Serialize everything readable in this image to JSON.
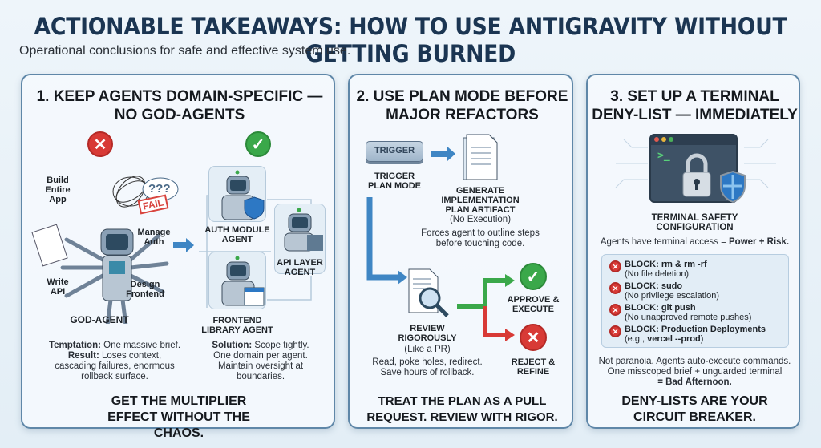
{
  "header": {
    "title": "ACTIONABLE TAKEAWAYS: HOW TO USE ANTIGRAVITY WITHOUT GETTING BURNED",
    "subtitle": "Operational conclusions for safe and effective system use."
  },
  "panel1": {
    "title_line1": "1. KEEP AGENTS DOMAIN-SPECIFIC —",
    "title_line2": "NO GOD-AGENTS",
    "bad_icon": "x-circle-icon",
    "good_icon": "check-circle-icon",
    "god_labels": {
      "build": "Build Entire App",
      "manage": "Manage Auth",
      "write": "Write API",
      "design": "Design Frontend",
      "fail": "FAIL",
      "thought": "???"
    },
    "god_agent_label": "GOD-AGENT",
    "agents": [
      {
        "label": "AUTH MODULE AGENT"
      },
      {
        "label": "API LAYER AGENT"
      },
      {
        "label": "FRONTEND LIBRARY AGENT"
      }
    ],
    "temptation_label": "Temptation:",
    "temptation_text": "One massive brief.",
    "result_label": "Result:",
    "result_text": "Loses context, cascading failures, enormous rollback surface.",
    "solution_label": "Solution:",
    "solution_text": "Scope tightly. One domain per agent. Maintain oversight at boundaries.",
    "footer": "GET THE MULTIPLIER EFFECT WITHOUT THE CHAOS."
  },
  "panel2": {
    "title_line1": "2. USE PLAN MODE BEFORE",
    "title_line2": "MAJOR REFACTORS",
    "trigger_button": "TRIGGER",
    "trigger_label": "TRIGGER PLAN MODE",
    "generate_label": "GENERATE IMPLEMENTATION PLAN ARTIFACT",
    "generate_note": "(No Execution)",
    "generate_desc": "Forces agent to outline steps before touching code.",
    "review_label": "REVIEW RIGOROUSLY",
    "review_note": "(Like a PR)",
    "review_desc": "Read, poke holes, redirect. Save hours of rollback.",
    "approve": "APPROVE & EXECUTE",
    "reject": "REJECT & REFINE",
    "footer": "TREAT THE PLAN AS A PULL REQUEST. REVIEW WITH RIGOR.",
    "colors": {
      "flow": "#3f86c4",
      "approve": "#3aa84a",
      "reject": "#d83a36"
    }
  },
  "panel3": {
    "title_line1": "3. SET UP A TERMINAL",
    "title_line2": "DENY-LIST — IMMEDIATELY",
    "prompt": ">_",
    "config_label": "TERMINAL SAFETY CONFIGURATION",
    "access_text": "Agents have terminal access =",
    "access_bold": "Power + Risk.",
    "blocks": [
      {
        "cmd": "BLOCK: rm & rm -rf",
        "note": "(No file deletion)"
      },
      {
        "cmd": "BLOCK: sudo",
        "note": "(No privilege escalation)"
      },
      {
        "cmd": "BLOCK: git push",
        "note": "(No unapproved remote pushes)"
      },
      {
        "cmd": "BLOCK: Production Deployments",
        "note_prefix": "(e.g., ",
        "note_bold": "vercel --prod",
        "note_suffix": ")"
      }
    ],
    "warning_line1": "Not paranoia. Agents auto-execute commands.",
    "warning_line2": "One misscoped brief + unguarded terminal",
    "warning_line3": "= Bad Afternoon.",
    "footer": "DENY-LISTS ARE YOUR CIRCUIT BREAKER."
  }
}
